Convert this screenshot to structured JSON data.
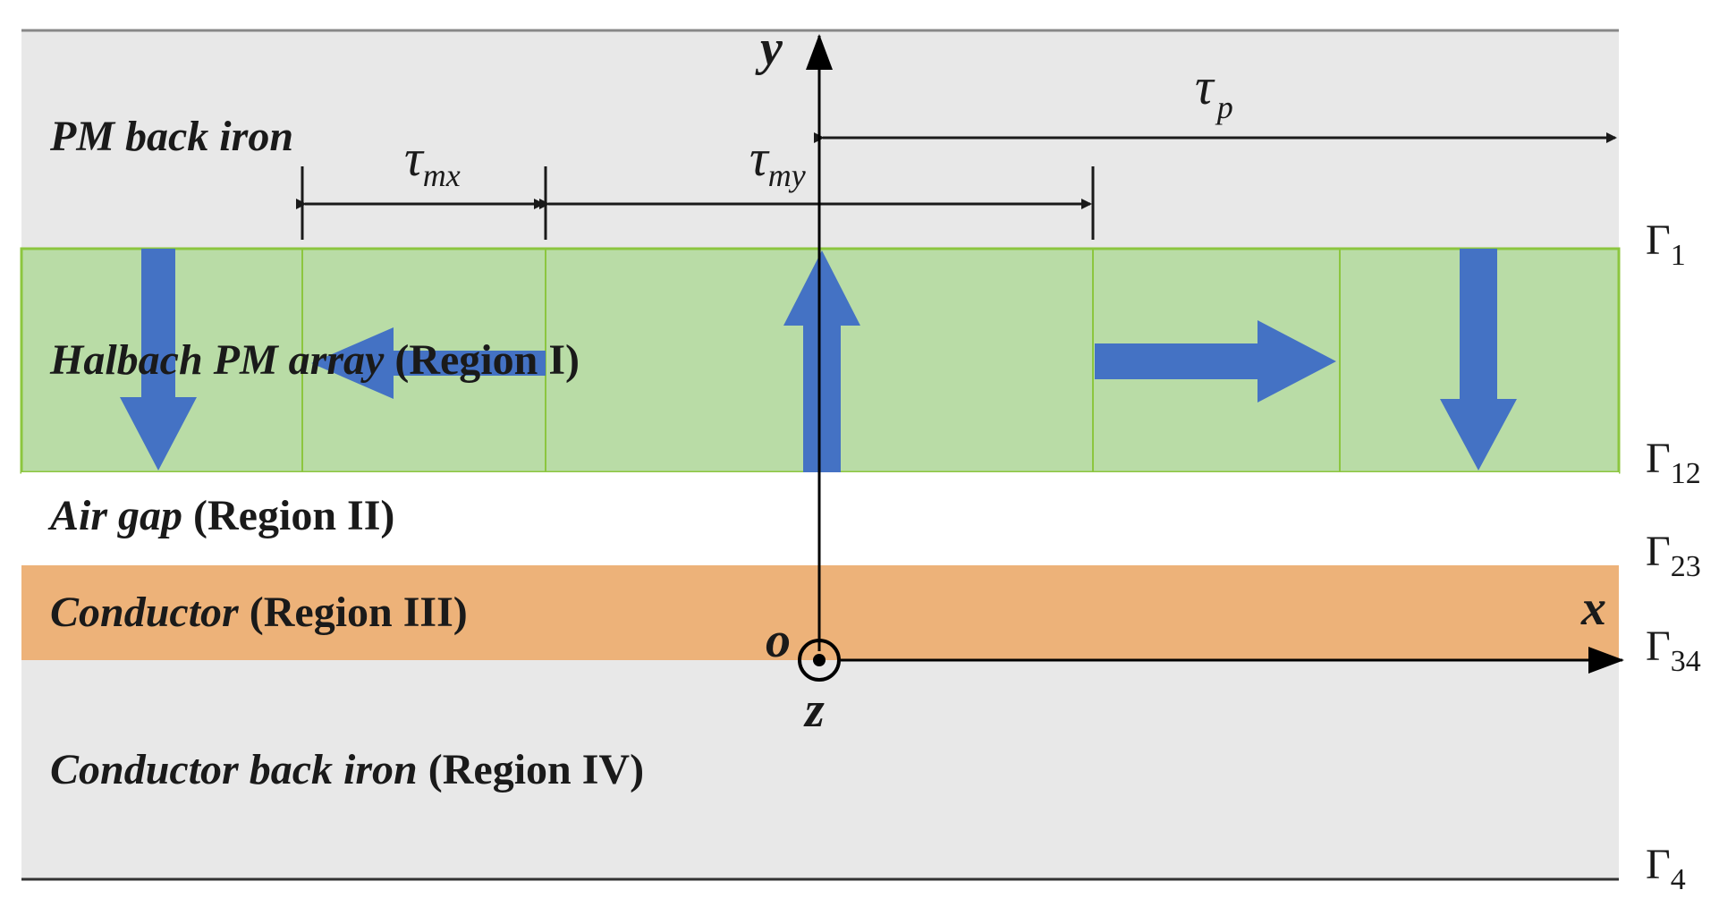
{
  "regions": {
    "pm_back_iron": {
      "label": "PM back iron",
      "color": "#e8e8e8"
    },
    "halbach": {
      "label_italic": "Halbach PM array",
      "label_region": "(Region I)",
      "color": "#b9dca6"
    },
    "air_gap": {
      "label_italic": "Air gap",
      "label_region": "(Region II)",
      "color": "#ffffff"
    },
    "conductor": {
      "label_italic": "Conductor",
      "label_region": "(Region III)",
      "color": "#edb279"
    },
    "conductor_back_iron": {
      "label_italic": "Conductor back iron",
      "label_region": "(Region IV)",
      "color": "#e8e8e8"
    }
  },
  "boundaries": [
    {
      "symbol": "Γ",
      "subscript": "1"
    },
    {
      "symbol": "Γ",
      "subscript": "12"
    },
    {
      "symbol": "Γ",
      "subscript": "23"
    },
    {
      "symbol": "Γ",
      "subscript": "34"
    },
    {
      "symbol": "Γ",
      "subscript": "4"
    }
  ],
  "dimensions": {
    "tau_mx": {
      "symbol": "τ",
      "subscript": "mx"
    },
    "tau_my": {
      "symbol": "τ",
      "subscript": "my"
    },
    "tau_p": {
      "symbol": "τ",
      "subscript": "p"
    }
  },
  "axes": {
    "x": "x",
    "y": "y",
    "z": "z",
    "origin": "o"
  },
  "magnetization_arrows": [
    "down",
    "left",
    "up",
    "right",
    "down"
  ],
  "colors": {
    "arrow": "#4472c4",
    "halbach_divider": "#8cc63f",
    "line": "#1a1a1a",
    "boundary_line": "#888888"
  }
}
